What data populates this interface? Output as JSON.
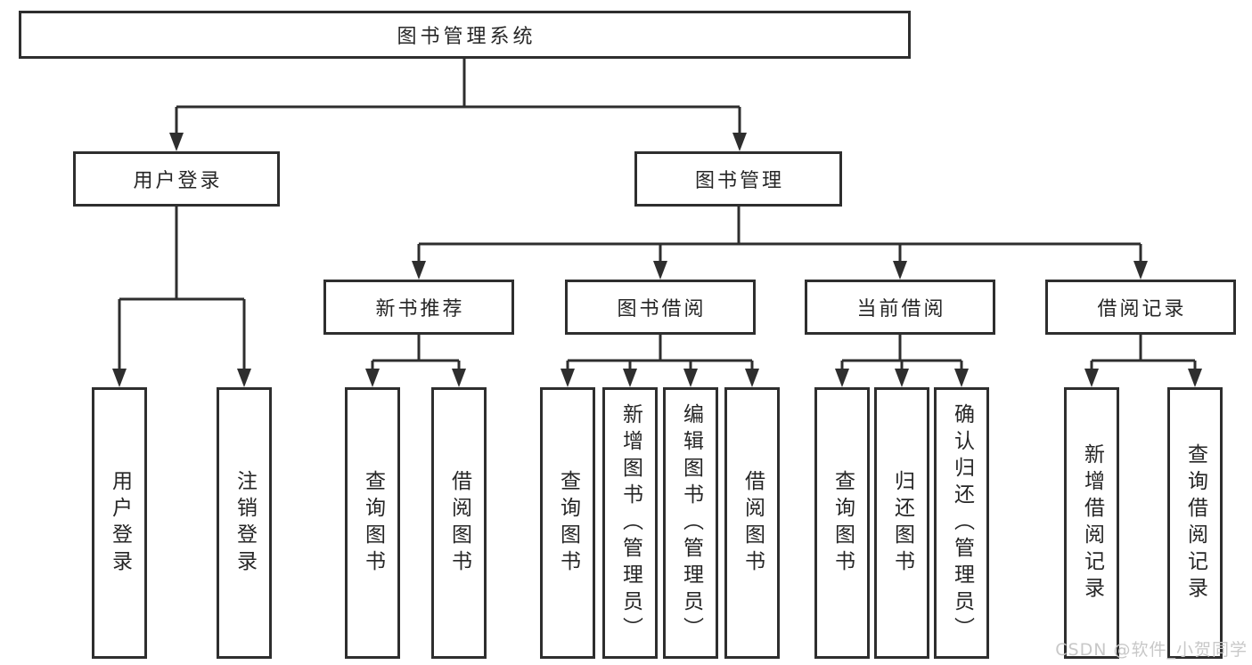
{
  "diagram": {
    "tree": {
      "root": {
        "label": "图书管理系统",
        "children": [
          {
            "label": "用户登录",
            "children": [
              {
                "label": "用户登录"
              },
              {
                "label": "注销登录"
              }
            ]
          },
          {
            "label": "图书管理",
            "children": [
              {
                "label": "新书推荐",
                "children": [
                  {
                    "label": "查询图书"
                  },
                  {
                    "label": "借阅图书"
                  }
                ]
              },
              {
                "label": "图书借阅",
                "children": [
                  {
                    "label": "查询图书"
                  },
                  {
                    "label": "新增图书（管理员）"
                  },
                  {
                    "label": "编辑图书（管理员）"
                  },
                  {
                    "label": "借阅图书"
                  }
                ]
              },
              {
                "label": "当前借阅",
                "children": [
                  {
                    "label": "查询图书"
                  },
                  {
                    "label": "归还图书"
                  },
                  {
                    "label": "确认归还（管理员）"
                  }
                ]
              },
              {
                "label": "借阅记录",
                "children": [
                  {
                    "label": "新增借阅记录"
                  },
                  {
                    "label": "查询借阅记录"
                  }
                ]
              }
            ]
          }
        ]
      }
    },
    "colors": {
      "line": "#2e2e2e",
      "text": "#262626",
      "box_background": "#ffffff",
      "watermark": "#c8c8c8"
    }
  },
  "watermark": {
    "text": "CSDN @软件_小贺同学"
  }
}
